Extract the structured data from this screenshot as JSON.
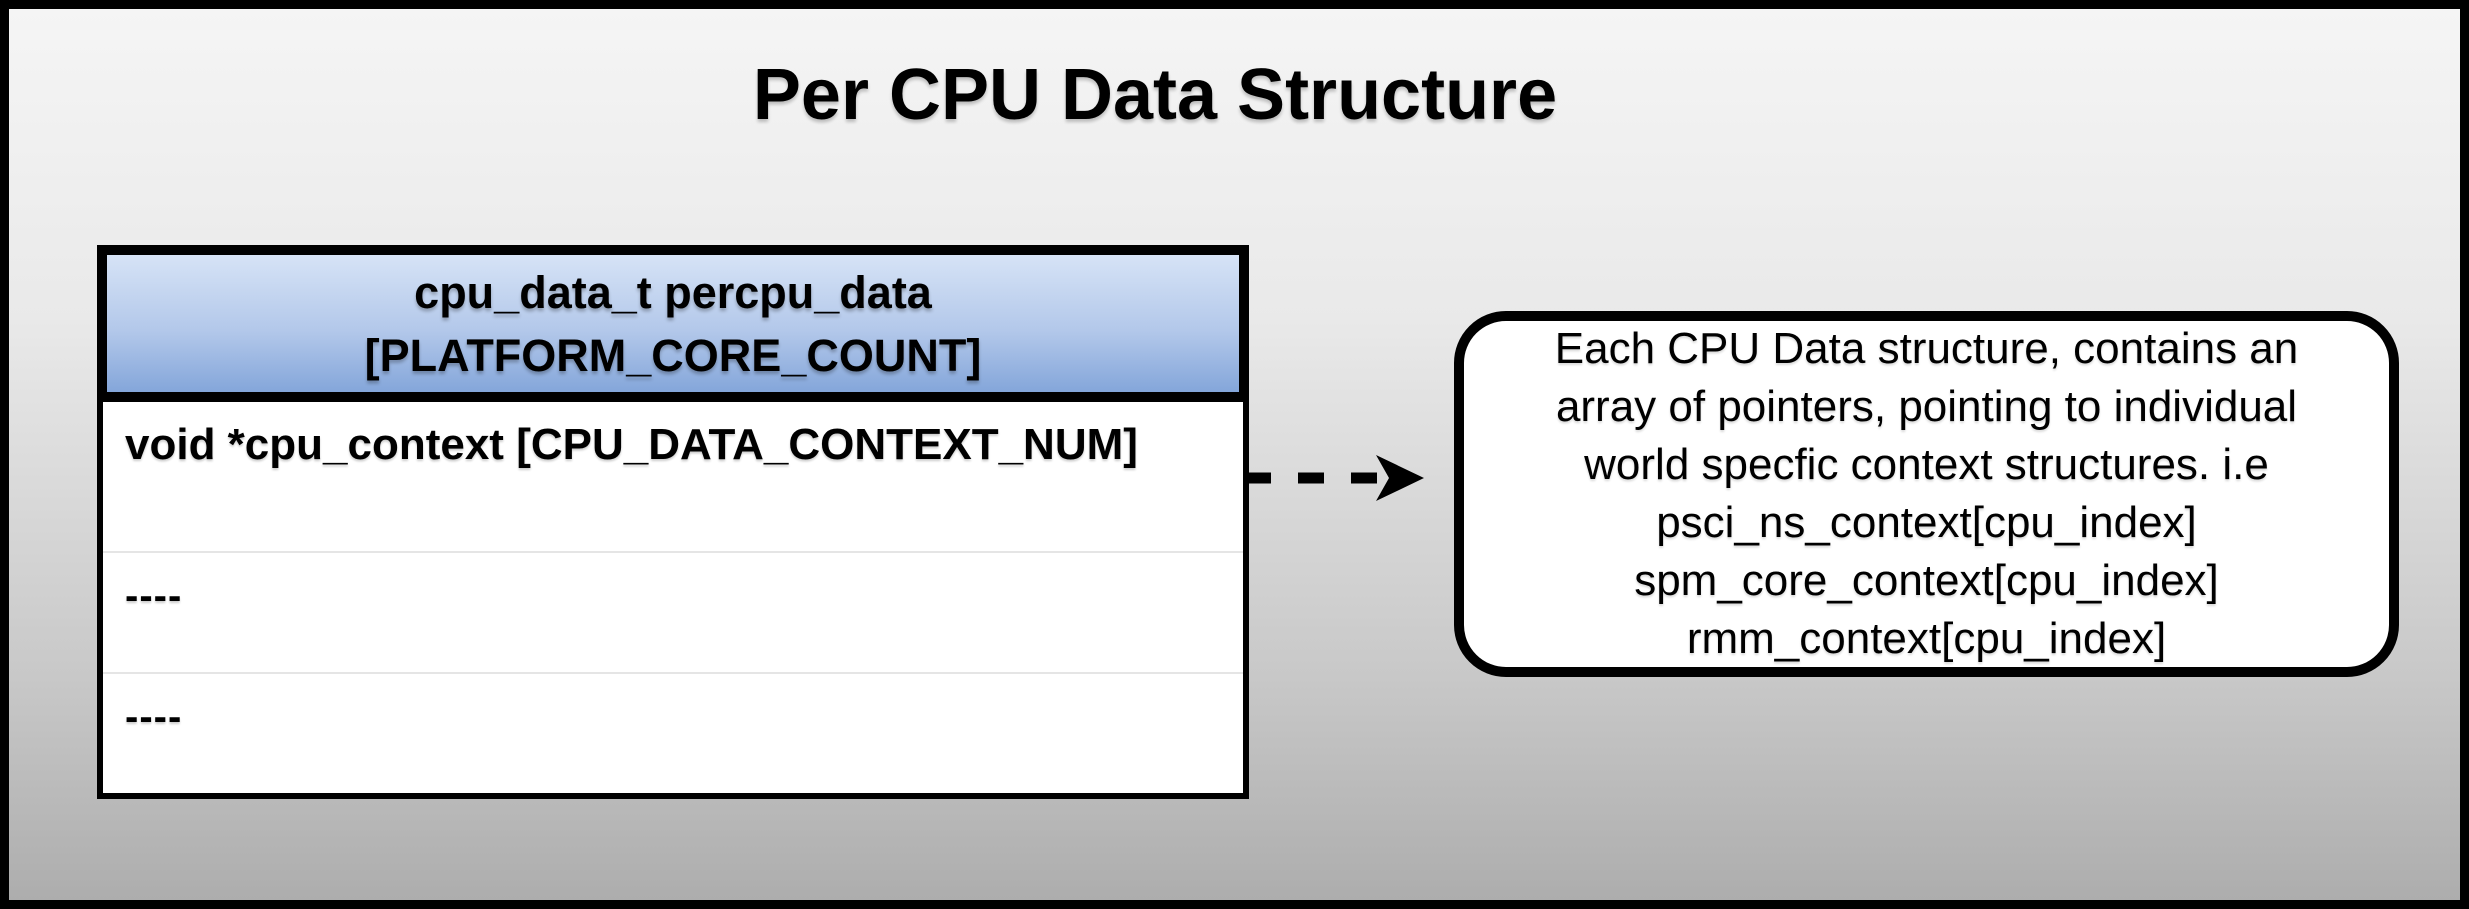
{
  "title": "Per CPU Data Structure",
  "table": {
    "header": {
      "line1": "cpu_data_t percpu_data",
      "line2": "[PLATFORM_CORE_COUNT]"
    },
    "rows": [
      {
        "text": "void *cpu_context [CPU_DATA_CONTEXT_NUM]"
      },
      {
        "text": "----"
      },
      {
        "text": "----"
      }
    ]
  },
  "arrow": {
    "style": "dashed",
    "direction": "right"
  },
  "callout": {
    "lines": [
      "Each CPU Data structure, contains an",
      "array of pointers, pointing to individual",
      "world specfic context structures. i.e",
      "psci_ns_context[cpu_index]",
      "spm_core_context[cpu_index]",
      "rmm_context[cpu_index]"
    ]
  },
  "colors": {
    "frame_border": "#000000",
    "background_top": "#f5f5f5",
    "background_bottom": "#adadad",
    "header_gradient_top": "#d6e3f6",
    "header_gradient_bottom": "#84a6da",
    "cell_background": "#ffffff",
    "divider": "#e5e5e5",
    "text": "#000000"
  }
}
